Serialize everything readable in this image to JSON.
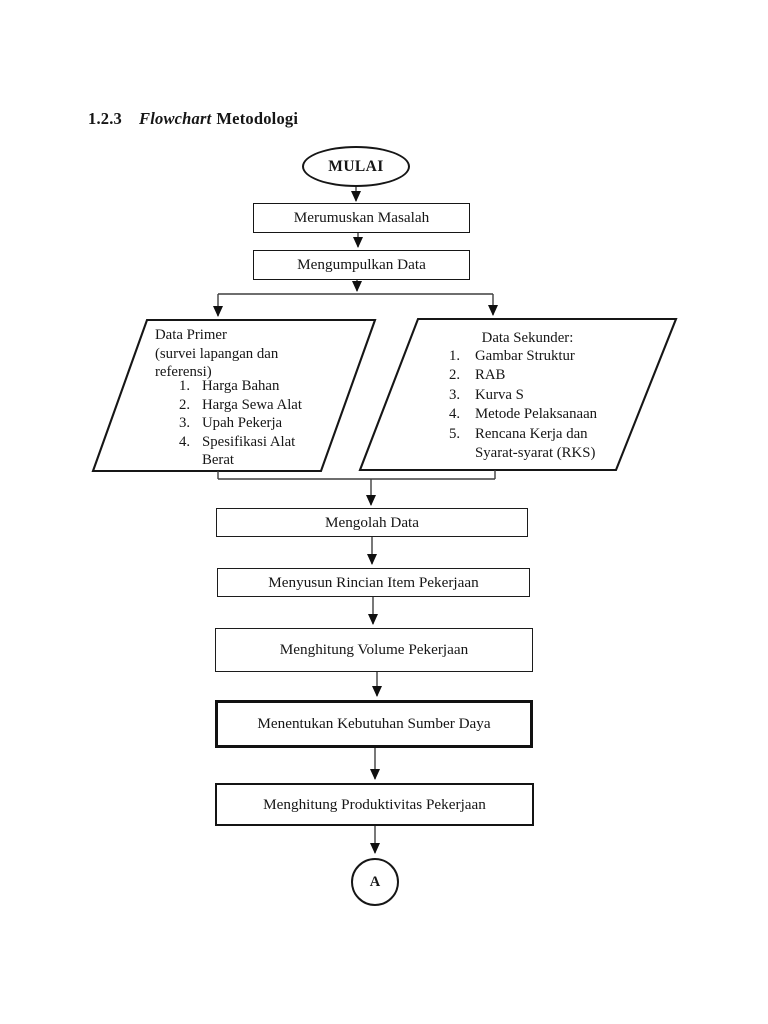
{
  "heading": {
    "number": "1.2.3",
    "word_italic": "Flowchart",
    "word_rest": "Metodologi"
  },
  "flowchart": {
    "start_label": "MULAI",
    "process_steps": {
      "merumuskan": "Merumuskan Masalah",
      "mengumpulkan": "Mengumpulkan Data",
      "mengolah": "Mengolah Data",
      "menyusun": "Menyusun Rincian Item Pekerjaan",
      "volume": "Menghitung Volume Pekerjaan",
      "sumber_daya": "Menentukan Kebutuhan Sumber Daya",
      "produktivitas": "Menghitung Produktivitas Pekerjaan"
    },
    "data_primer": {
      "title": "Data Primer",
      "subtitle_line_1": "(survei lapangan dan",
      "subtitle_line_2": "referensi)",
      "items": [
        {
          "num": "1.",
          "text": "Harga Bahan"
        },
        {
          "num": "2.",
          "text": "Harga Sewa Alat"
        },
        {
          "num": "3.",
          "text": "Upah Pekerja"
        },
        {
          "num": "4.",
          "text": "Spesifikasi Alat Berat"
        }
      ]
    },
    "data_sekunder": {
      "title": "Data Sekunder:",
      "items": [
        {
          "num": "1.",
          "text": "Gambar Struktur"
        },
        {
          "num": "2.",
          "text": "RAB"
        },
        {
          "num": "3.",
          "text": "Kurva S"
        },
        {
          "num": "4.",
          "text": "Metode Pelaksanaan"
        },
        {
          "num": "5.",
          "text": "Rencana Kerja dan Syarat-syarat (RKS)"
        }
      ]
    },
    "offpage_connector_label": "A",
    "colors": {
      "ink": "#161616",
      "connector_line": "#3f3f3f",
      "arrowhead": "#101010",
      "background": "#ffffff"
    }
  }
}
